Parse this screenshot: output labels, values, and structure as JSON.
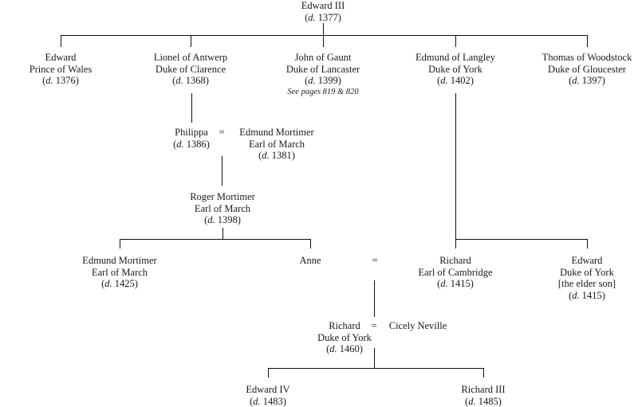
{
  "diagram": {
    "type": "family-tree",
    "people": {
      "edward_iii": {
        "name": "Edward III",
        "death": "1377"
      },
      "edward_black_prince": {
        "name": "Edward",
        "title": "Prince of Wales",
        "death": "1376"
      },
      "lionel": {
        "name": "Lionel of Antwerp",
        "title": "Duke of Clarence",
        "death": "1368"
      },
      "john_of_gaunt": {
        "name": "John of Gaunt",
        "title": "Duke of Lancaster",
        "death": "1399",
        "note": "See pages 819 & 820"
      },
      "edmund_langley": {
        "name": "Edmund of Langley",
        "title": "Duke of York",
        "death": "1402"
      },
      "thomas_woodstock": {
        "name": "Thomas of Woodstock",
        "title": "Duke of Gloucester",
        "death": "1397"
      },
      "philippa": {
        "name": "Philippa",
        "death": "1386"
      },
      "edmund_mortimer_1": {
        "name": "Edmund Mortimer",
        "title": "Earl of March",
        "death": "1381"
      },
      "roger_mortimer": {
        "name": "Roger Mortimer",
        "title": "Earl of March",
        "death": "1398"
      },
      "edmund_mortimer_2": {
        "name": "Edmund Mortimer",
        "title": "Earl of March",
        "death": "1425"
      },
      "anne": {
        "name": "Anne"
      },
      "richard_cambridge": {
        "name": "Richard",
        "title": "Earl of Cambridge",
        "death": "1415"
      },
      "edward_york": {
        "name": "Edward",
        "title": "Duke of York",
        "extra": "[the elder son]",
        "death": "1415"
      },
      "richard_york": {
        "name": "Richard",
        "title": "Duke of York",
        "death": "1460"
      },
      "cicely_neville": {
        "name": "Cicely Neville"
      },
      "edward_iv": {
        "name": "Edward IV",
        "death": "1483"
      },
      "richard_iii": {
        "name": "Richard III",
        "death": "1485"
      }
    },
    "marriage_symbol": "=",
    "death_prefix": "d.",
    "marriages": [
      [
        "philippa",
        "edmund_mortimer_1"
      ],
      [
        "anne",
        "richard_cambridge"
      ],
      [
        "richard_york",
        "cicely_neville"
      ]
    ],
    "children": {
      "edward_iii": [
        "edward_black_prince",
        "lionel",
        "john_of_gaunt",
        "edmund_langley",
        "thomas_woodstock"
      ],
      "lionel": [
        "philippa"
      ],
      "philippa+edmund_mortimer_1": [
        "roger_mortimer"
      ],
      "roger_mortimer": [
        "edmund_mortimer_2",
        "anne"
      ],
      "edmund_langley": [
        "richard_cambridge",
        "edward_york"
      ],
      "anne+richard_cambridge": [
        "richard_york"
      ],
      "richard_york+cicely_neville": [
        "edward_iv",
        "richard_iii"
      ]
    }
  }
}
